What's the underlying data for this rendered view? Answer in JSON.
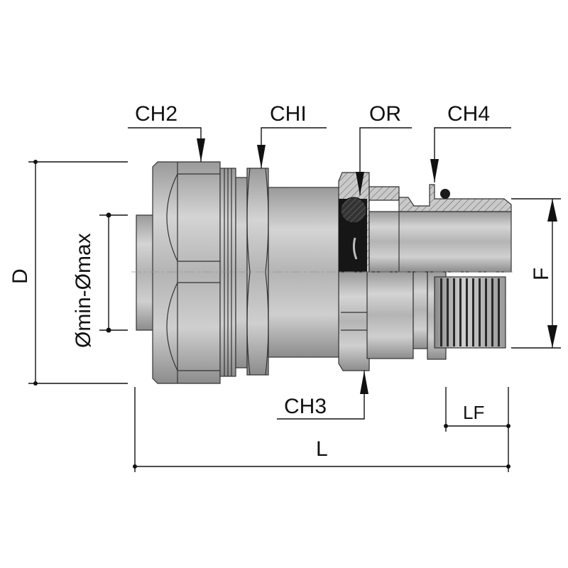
{
  "title": "Fitting dimension drawing",
  "labels": {
    "ch2": "CH2",
    "ch1": "CHI",
    "or": "OR",
    "ch4": "CH4",
    "ch3": "CH3",
    "d": "D",
    "diam_range": "Ømin-Ømax",
    "f": "F",
    "lf": "LF",
    "l": "L"
  },
  "colors": {
    "metal_light": "#c8c8c8",
    "metal_mid": "#a8a8a8",
    "metal_dark": "#7a7a7a",
    "oring": "#1a1a1a",
    "line": "#111111"
  }
}
